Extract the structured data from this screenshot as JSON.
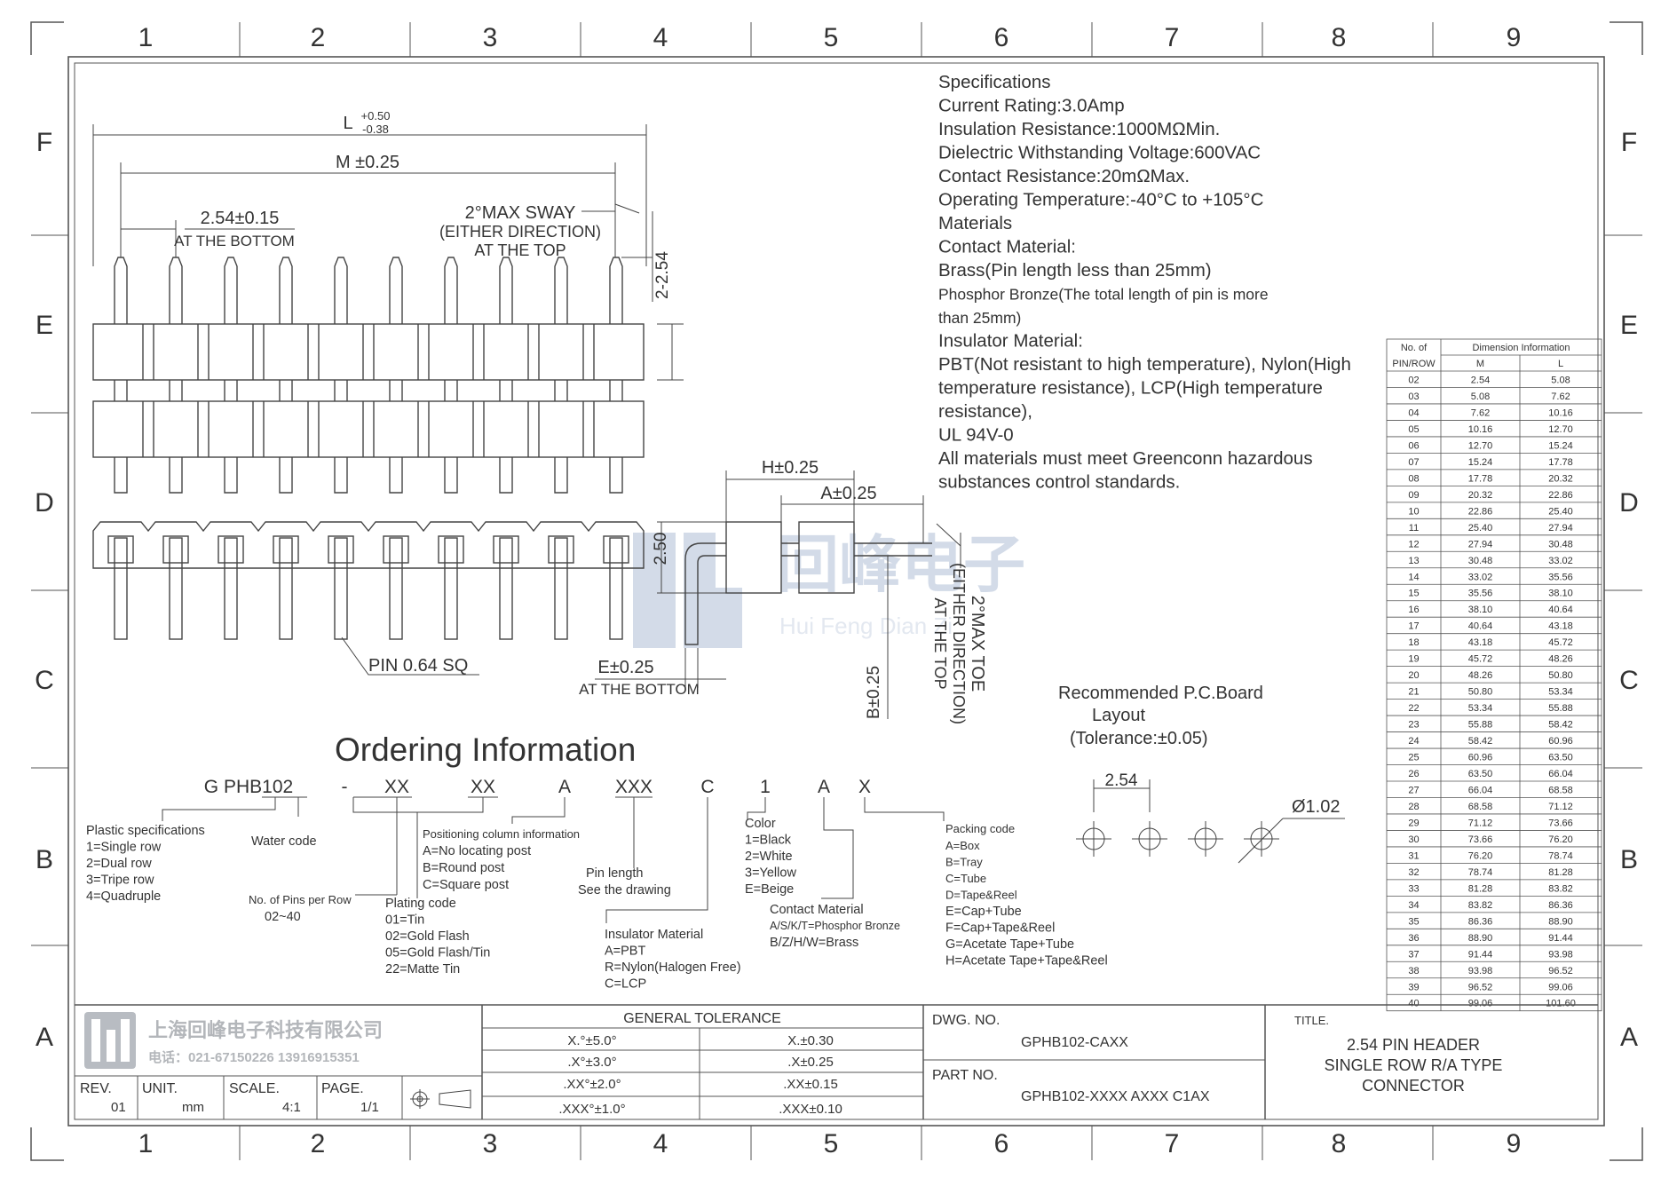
{
  "frame": {
    "columns": [
      "1",
      "2",
      "3",
      "4",
      "5",
      "6",
      "7",
      "8",
      "9"
    ],
    "rows": [
      "F",
      "E",
      "D",
      "C",
      "B",
      "A"
    ]
  },
  "dims": {
    "L_main": "L",
    "L_tol_plus": "+0.50",
    "L_tol_minus": "-0.38",
    "M": "M ±0.25",
    "pitch": "2.54±0.15",
    "at_bottom": "AT THE BOTTOM",
    "sway_1": "2°MAX SWAY",
    "sway_2": "(EITHER DIRECTION)",
    "sway_3": "AT THE TOP",
    "height_254": "2-2.54",
    "H": "H±0.25",
    "A": "A±0.25",
    "h250": "2.50",
    "pin": "PIN 0.64 SQ",
    "E": "E±0.25",
    "at_bottom_2": "AT THE BOTTOM",
    "B": "B±0.25",
    "toe_1": "2°MAX TOE",
    "toe_2": "(EITHER DIRECTION)",
    "toe_3": "AT THE TOP"
  },
  "specs": [
    "Specifications",
    "Current Rating:3.0Amp",
    "Insulation Resistance:1000MΩMin.",
    "Dielectric Withstanding Voltage:600VAC",
    "Contact Resistance:20mΩMax.",
    "Operating Temperature:-40°C to +105°C",
    "Materials",
    "Contact Material:",
    "Brass(Pin length less than 25mm)",
    "Phosphor Bronze(The total length of pin is more",
    "than 25mm)",
    "Insulator Material:",
    "PBT(Not resistant to high temperature),  Nylon(High",
    "temperature resistance), LCP(High temperature",
    "resistance),",
    "UL 94V-0",
    "All materials must meet Greenconn hazardous",
    "substances control standards."
  ],
  "dim_table": {
    "header_no_1": "No. of",
    "header_no_2": "PIN/ROW",
    "header_group": "Dimension Information",
    "header_m": "M",
    "header_l": "L",
    "rows": [
      [
        "02",
        "2.54",
        "5.08"
      ],
      [
        "03",
        "5.08",
        "7.62"
      ],
      [
        "04",
        "7.62",
        "10.16"
      ],
      [
        "05",
        "10.16",
        "12.70"
      ],
      [
        "06",
        "12.70",
        "15.24"
      ],
      [
        "07",
        "15.24",
        "17.78"
      ],
      [
        "08",
        "17.78",
        "20.32"
      ],
      [
        "09",
        "20.32",
        "22.86"
      ],
      [
        "10",
        "22.86",
        "25.40"
      ],
      [
        "11",
        "25.40",
        "27.94"
      ],
      [
        "12",
        "27.94",
        "30.48"
      ],
      [
        "13",
        "30.48",
        "33.02"
      ],
      [
        "14",
        "33.02",
        "35.56"
      ],
      [
        "15",
        "35.56",
        "38.10"
      ],
      [
        "16",
        "38.10",
        "40.64"
      ],
      [
        "17",
        "40.64",
        "43.18"
      ],
      [
        "18",
        "43.18",
        "45.72"
      ],
      [
        "19",
        "45.72",
        "48.26"
      ],
      [
        "20",
        "48.26",
        "50.80"
      ],
      [
        "21",
        "50.80",
        "53.34"
      ],
      [
        "22",
        "53.34",
        "55.88"
      ],
      [
        "23",
        "55.88",
        "58.42"
      ],
      [
        "24",
        "58.42",
        "60.96"
      ],
      [
        "25",
        "60.96",
        "63.50"
      ],
      [
        "26",
        "63.50",
        "66.04"
      ],
      [
        "27",
        "66.04",
        "68.58"
      ],
      [
        "28",
        "68.58",
        "71.12"
      ],
      [
        "29",
        "71.12",
        "73.66"
      ],
      [
        "30",
        "73.66",
        "76.20"
      ],
      [
        "31",
        "76.20",
        "78.74"
      ],
      [
        "32",
        "78.74",
        "81.28"
      ],
      [
        "33",
        "81.28",
        "83.82"
      ],
      [
        "34",
        "83.82",
        "86.36"
      ],
      [
        "35",
        "86.36",
        "88.90"
      ],
      [
        "36",
        "88.90",
        "91.44"
      ],
      [
        "37",
        "91.44",
        "93.98"
      ],
      [
        "38",
        "93.98",
        "96.52"
      ],
      [
        "39",
        "96.52",
        "99.06"
      ],
      [
        "40",
        "99.06",
        "101.60"
      ]
    ]
  },
  "pcb": {
    "title_1": "Recommended P.C.Board",
    "title_2": "Layout",
    "title_3": "(Tolerance:±0.05)",
    "pitch": "2.54",
    "hole": "Ø1.02"
  },
  "ordering": {
    "title": "Ordering Information",
    "code": [
      "G PHB102",
      "-",
      "XX",
      "XX",
      "A",
      "XXX",
      "C",
      "1",
      "A",
      "X"
    ],
    "plastic": [
      "Plastic specifications",
      "1=Single row",
      "2=Dual row",
      "3=Tripe row",
      "4=Quadruple"
    ],
    "water": "Water code",
    "pins": [
      "No. of Pins per Row",
      "02~40"
    ],
    "plating": [
      "Plating code",
      "01=Tin",
      "02=Gold Flash",
      "05=Gold Flash/Tin",
      "22=Matte Tin"
    ],
    "positioning": [
      "Positioning column information",
      "A=No locating post",
      "B=Round post",
      "C=Square post"
    ],
    "pinlen": [
      "Pin length",
      "See the drawing"
    ],
    "insulator": [
      "Insulator Material",
      "A=PBT",
      "R=Nylon(Halogen Free)",
      "C=LCP"
    ],
    "color": [
      "Color",
      "1=Black",
      "2=White",
      "3=Yellow",
      "E=Beige"
    ],
    "contact": [
      "Contact Material",
      "A/S/K/T=Phosphor Bronze",
      "B/Z/H/W=Brass"
    ],
    "packing": [
      "Packing code",
      "A=Box",
      "B=Tray",
      "C=Tube",
      "D=Tape&Reel",
      "E=Cap+Tube",
      "F=Cap+Tape&Reel",
      "G=Acetate Tape+Tube",
      "H=Acetate Tape+Tape&Reel"
    ]
  },
  "watermark": {
    "cn": "回峰电子",
    "en": "Hui Feng Dian Zi"
  },
  "titleblock": {
    "company": "上海回峰电子科技有限公司",
    "phone": "电话：021-67150226  13916915351",
    "rev_label": "REV.",
    "rev": "01",
    "unit_label": "UNIT.",
    "unit": "mm",
    "scale_label": "SCALE.",
    "scale": "4:1",
    "page_label": "PAGE.",
    "page": "1/1",
    "tol_title": "GENERAL TOLERANCE",
    "tol": [
      [
        "X.°±5.0°",
        "X.±0.30"
      ],
      [
        ".X°±3.0°",
        ".X±0.25"
      ],
      [
        ".XX°±2.0°",
        ".XX±0.15"
      ],
      [
        ".XXX°±1.0°",
        ".XXX±0.10"
      ]
    ],
    "dwg_label": "DWG. NO.",
    "dwg": "GPHB102-CAXX",
    "part_label": "PART NO.",
    "part": "GPHB102-XXXX AXXX C1AX",
    "title_label": "TITLE.",
    "title": [
      "2.54 PIN HEADER",
      "SINGLE ROW R/A TYPE",
      "CONNECTOR"
    ]
  }
}
